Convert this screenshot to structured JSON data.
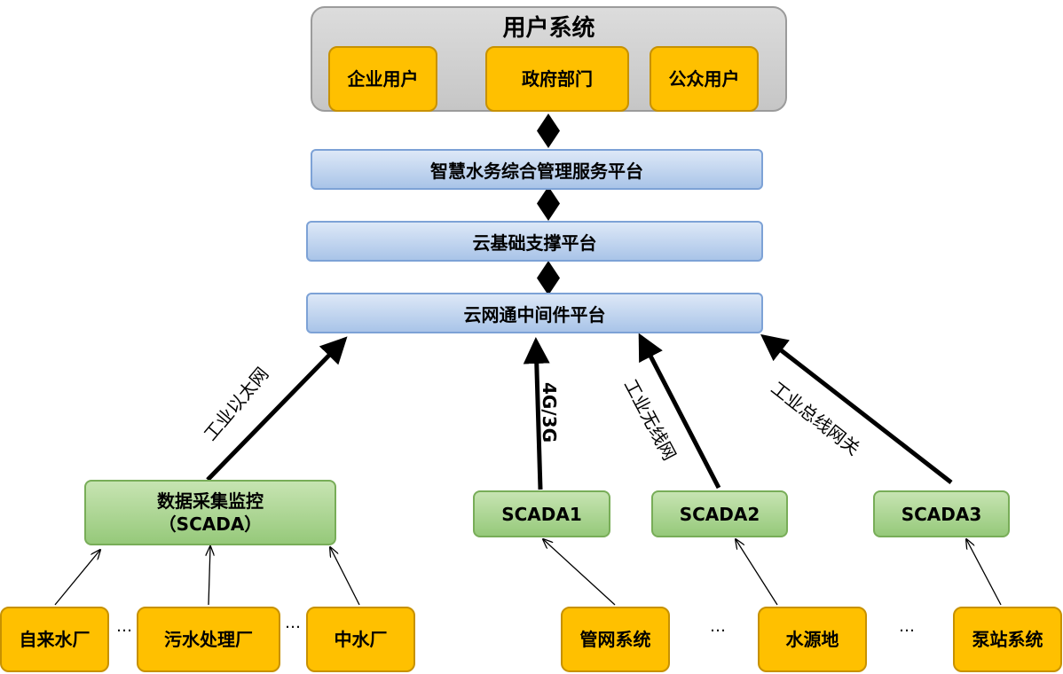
{
  "user_system": {
    "title": "用户系统",
    "users": [
      "企业用户",
      "政府部门",
      "公众用户"
    ]
  },
  "platforms": {
    "service": "智慧水务综合管理服务平台",
    "cloud_base": "云基础支撑平台",
    "middleware": "云网通中间件平台"
  },
  "scada": {
    "main_line1": "数据采集监控",
    "main_line2": "（SCADA）",
    "s1": "SCADA1",
    "s2": "SCADA2",
    "s3": "SCADA3"
  },
  "links": {
    "ethernet": "工业以太网",
    "mobile": "4G/3G",
    "wireless": "工业无线网",
    "fieldbus": "工业总线网关"
  },
  "sources": {
    "tap_water": "自来水厂",
    "sewage": "污水处理厂",
    "reclaimed": "中水厂",
    "pipe_network": "管网系统",
    "water_source": "水源地",
    "pump_station": "泵站系统"
  },
  "ellipsis": "…",
  "colors": {
    "orange": "#ffc000",
    "blue": "#a9c4e8",
    "green": "#96c97a",
    "gray": "#c6c6c6"
  }
}
